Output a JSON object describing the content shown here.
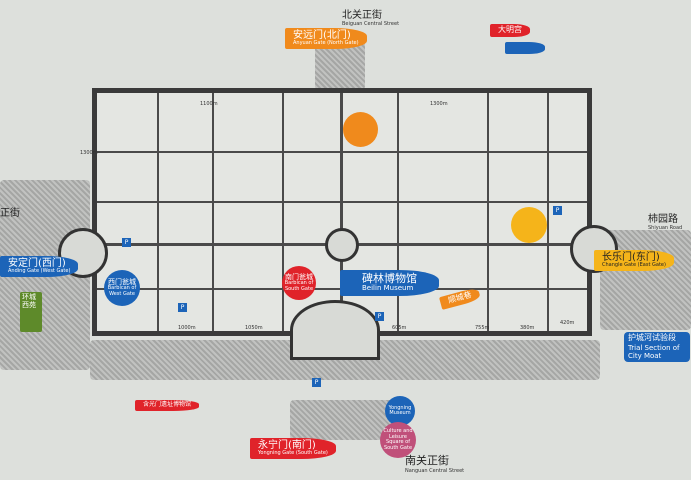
{
  "streets": {
    "north": {
      "zh": "北关正街",
      "en": "Beiguan Central Street"
    },
    "south": {
      "zh": "南关正街",
      "en": "Nanguan Central Street"
    },
    "east": {
      "zh": "柿园路",
      "en": "Shiyuan Road"
    },
    "west_partial": {
      "zh": "正街"
    }
  },
  "gates": {
    "north": {
      "zh": "安远门(北门)",
      "en": "Anyuan Gate (North Gate)"
    },
    "west": {
      "zh": "安定门(西门)",
      "en": "Anding Gate (West Gate)"
    },
    "east": {
      "zh": "长乐门(东门)",
      "en": "Changle Gate (East Gate)"
    },
    "south": {
      "zh": "永宁门(南门)",
      "en": "Yongning Gate (South Gate)"
    }
  },
  "attractions": {
    "daming": {
      "zh": "大明宫"
    },
    "west_barbican": {
      "zh": "西门瓮城",
      "en": "Barbican of West Gate"
    },
    "south_barbican": {
      "zh": "南门瓮城",
      "en": "Barbican of South Gate"
    },
    "beilin": {
      "zh": "碑林博物馆",
      "en": "Beilin Museum"
    },
    "shuncheng": {
      "zh": "顺城巷"
    },
    "west_park": {
      "zh": "环城西苑"
    },
    "moat": {
      "zh": "护城河试验段",
      "en": "Trial Section of City Moat"
    },
    "ancient_site": {
      "zh": "含光门遗址博物馆"
    },
    "museum": {
      "en": "Yongning Museum"
    },
    "culture_square": {
      "en": "Culture and Leisure Square of South Gate"
    }
  },
  "distances": [
    "1100m",
    "1300m",
    "1300m",
    "1050m",
    "1000m",
    "605m",
    "755m",
    "380m",
    "420m"
  ],
  "colors": {
    "red": "#e0232a",
    "blue": "#1c64b8",
    "orange": "#f08a1c",
    "yellow": "#f5b41a",
    "green": "#5e8a2a",
    "pink": "#c0507a"
  }
}
